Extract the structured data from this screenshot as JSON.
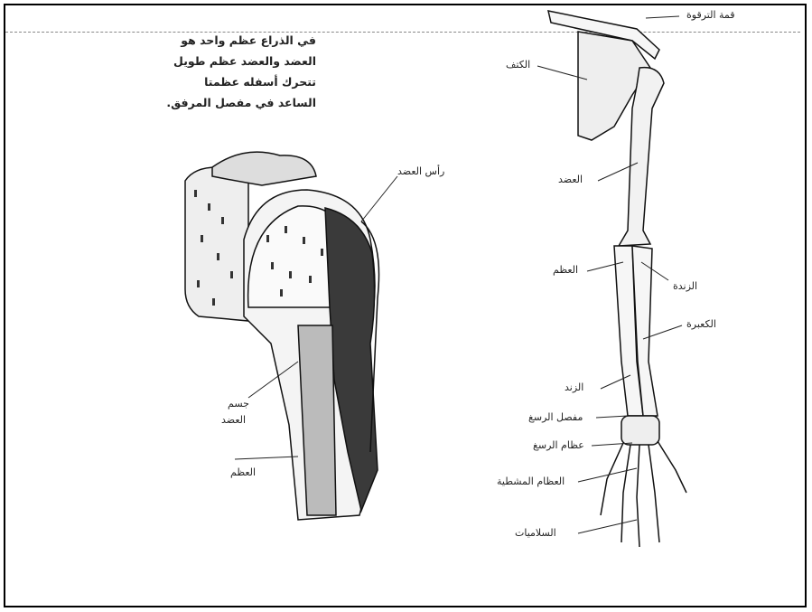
{
  "caption": "في الذراع عظم واحد هو العضد والعضد عظم طويل تتحرك أسفله عظمتا الساعد في مفصل المرفق.",
  "labels": {
    "acromion": "قمة الترقوة",
    "scapula": "الكتف",
    "humerus": "العضد",
    "trochlea": "العظم",
    "ulna_top": "الزندة",
    "radius": "الكعبرة",
    "ulna": "الزند",
    "wrist": "مفصل الرسغ",
    "carpals": "عظام الرسغ",
    "metacarpals": "العظام المشطية",
    "phalanges": "السلاميات",
    "humerus_head": "رأس العضد",
    "shaft_a": "جسم",
    "shaft_b": "العضد",
    "bone_label": "العظم"
  },
  "colors": {
    "ink": "#111111",
    "bone": "#f4f4f4",
    "shade": "#3a3a3a"
  }
}
